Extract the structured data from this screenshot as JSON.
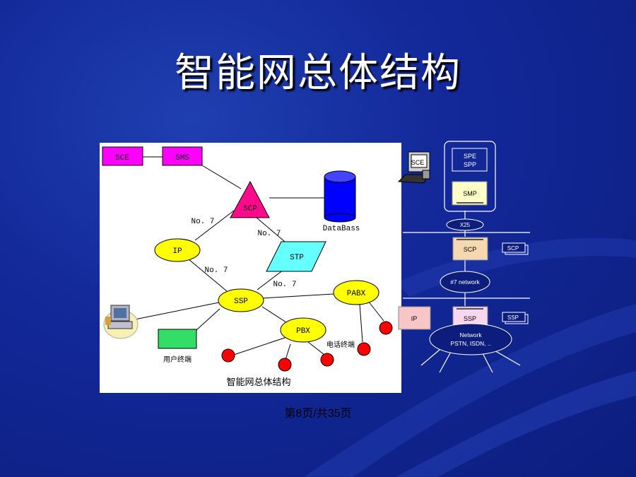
{
  "slide": {
    "title": "智能网总体结构",
    "footer": "第8页/共35页"
  },
  "left_diagram": {
    "nodes": {
      "sce": "SCE",
      "sms": "SMS",
      "scp": "SCP",
      "database": "DataBass",
      "ip": "IP",
      "stp": "STP",
      "ssp": "SSP",
      "pabx": "PABX",
      "pbx": "PBX"
    },
    "labels": {
      "no7_a": "No. 7",
      "no7_b": "No. 7",
      "no7_c": "No. 7",
      "no7_d": "No. 7",
      "user_terminal": "用户终端",
      "phone_terminal": "电话终端",
      "caption": "智能网总体结构"
    },
    "colors": {
      "magenta": "#ff00ff",
      "scp_fill": "#ff0a8c",
      "yellow": "#ffff00",
      "stp_fill": "#66ffff",
      "database_fill": "#0000ff",
      "terminal_fill": "#33dd66",
      "red": "#ff0000"
    }
  },
  "right_diagram": {
    "nodes": {
      "sce": "SCE",
      "spe_line1": "SPE",
      "spe_line2": "SPP",
      "smp": "SMP",
      "x25": "X25",
      "scp": "SCP",
      "scp_stack": "SCP",
      "no7_network": "#7 network",
      "ip": "IP",
      "ssp": "SSP",
      "ssp_stack": "SSP",
      "network_line1": "Network",
      "network_line2": "PSTN, ISDN, .."
    },
    "colors": {
      "light_yellow": "#ffffc8",
      "tan": "#f5d7b0",
      "pink": "#f8c6c6",
      "pale_pink": "#f7d6f0"
    }
  }
}
